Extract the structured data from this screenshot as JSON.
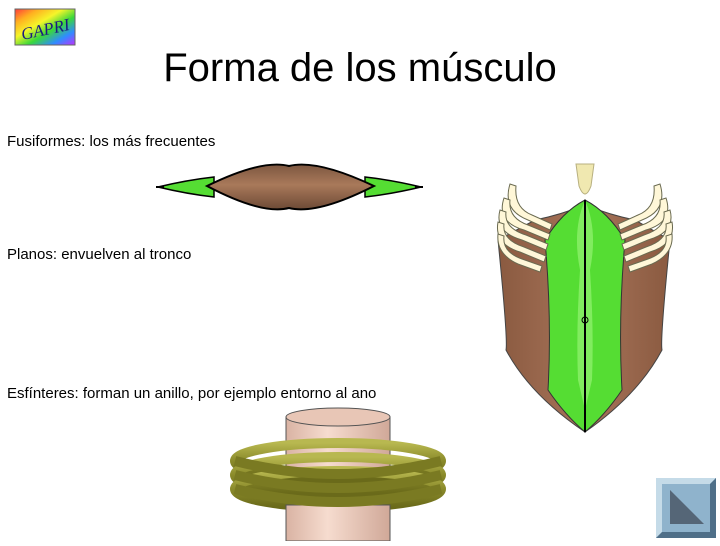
{
  "logo": {
    "text": "GAPRI"
  },
  "title": "Forma de los músculo",
  "sections": [
    {
      "label": "Fusiformes: los más frecuentes"
    },
    {
      "label": "Planos: envuelven al tronco"
    },
    {
      "label": "Esfínteres: forman un anillo, por ejemplo entorno al ano"
    }
  ],
  "colors": {
    "muscle_brown": "#9a6a50",
    "muscle_green": "#55dd33",
    "ring_olive": "#8a8a2a",
    "cylinder_pink": "#f0cfc0",
    "button_blue": "#8fb3cc"
  },
  "navigation": {
    "icon": "play-triangle-icon"
  }
}
